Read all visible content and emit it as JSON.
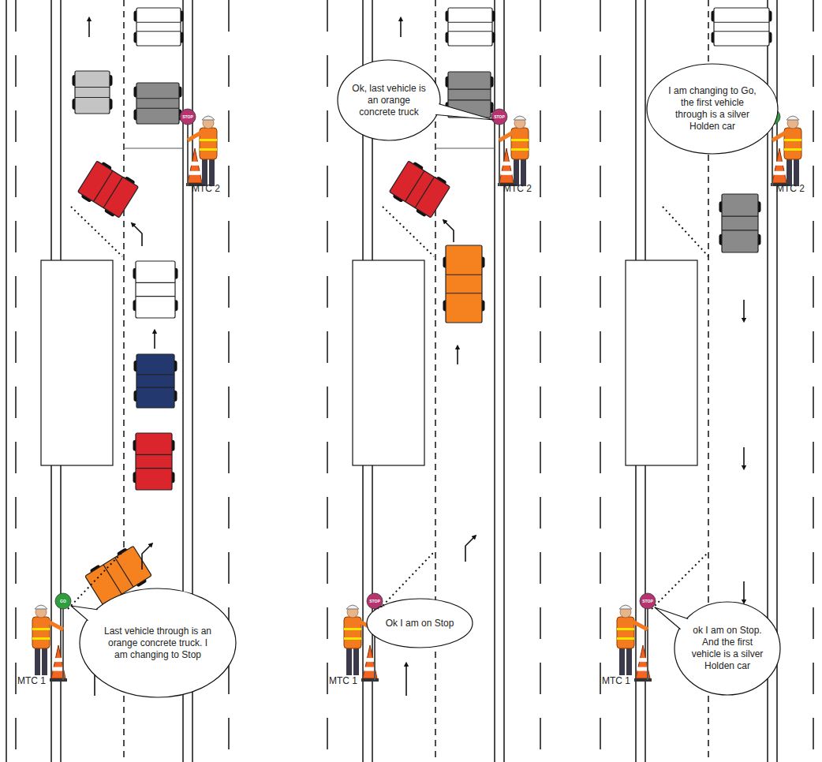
{
  "diagram": {
    "nodes": [
      {
        "text": [
          "Last vehicle through is an orange concrete truck. I am changing to Stop"
        ]
      },
      {
        "text": [
          "Ok, last vehicle is an orange concrete truck"
        ]
      },
      {
        "text": [
          "Ok I am on Stop"
        ]
      },
      {
        "text": [
          "I am changing to Go, the first vehicle through is a silver Holden car"
        ]
      },
      {
        "text": [
          "ok I am on Stop. And the first vehicle is a silver Holden car"
        ]
      }
    ],
    "labels": [
      "STOP",
      "MTC 2",
      "GO",
      "MTC 1",
      "STOP",
      "MTC 2",
      "STOP",
      "MTC 1",
      "GO",
      "MTC 2",
      "STOP",
      "MTC 1"
    ]
  }
}
